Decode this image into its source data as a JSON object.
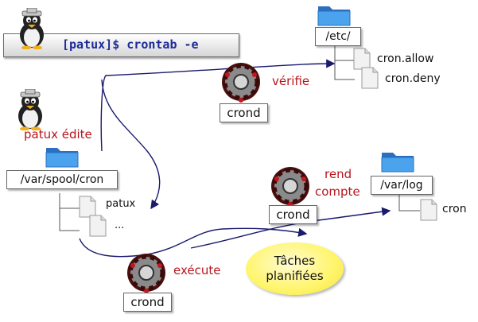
{
  "command": {
    "text": "[patux]$ crontab -e"
  },
  "etc": {
    "folder_label": "/etc/",
    "files": [
      "cron.allow",
      "cron.deny"
    ]
  },
  "spool": {
    "actor_label": "patux édite",
    "folder_label": "/var/spool/cron",
    "files": [
      "patux",
      "..."
    ]
  },
  "log": {
    "folder_label": "/var/log",
    "files": [
      "cron"
    ]
  },
  "crond_nodes": [
    {
      "label": "crond",
      "action": "vérifie"
    },
    {
      "label": "crond",
      "action": "exécute"
    },
    {
      "label": "crond",
      "action_lines": [
        "rend",
        "compte"
      ]
    }
  ],
  "scheduled_tasks": [
    "Tâches",
    "planifiées"
  ],
  "colors": {
    "action_text": "#b8141c",
    "arrow": "#1a1a6e",
    "command_text": "#1c2a9a",
    "folder": "#3c8ee0"
  },
  "icons": [
    "tux-penguin-icon",
    "folder-icon",
    "document-icon",
    "crond-gear-icon"
  ]
}
